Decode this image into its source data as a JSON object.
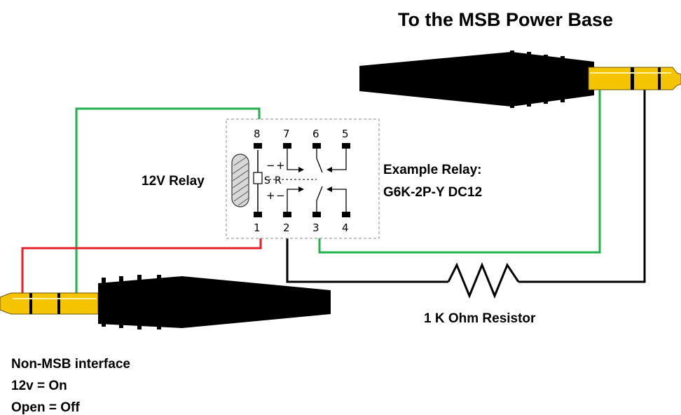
{
  "title": "To the MSB Power Base",
  "relay_label": "12V Relay",
  "example_relay": {
    "line1": "Example Relay:",
    "line2": "G6K-2P-Y DC12"
  },
  "resistor_label": "1 K Ohm Resistor",
  "notes": {
    "line1": "Non-MSB interface",
    "line2": "12v = On",
    "line3": "Open = Off"
  },
  "relay_pins": {
    "top": [
      "8",
      "7",
      "6",
      "5"
    ],
    "bottom": [
      "1",
      "2",
      "3",
      "4"
    ]
  },
  "relay_marks": {
    "minus": "−",
    "plus": "+",
    "s": "S",
    "r": "R"
  },
  "colors": {
    "green_wire": "#22b04a",
    "red_wire": "#e5202b",
    "black_wire": "#000000",
    "plug_gold": "#f5c400",
    "plug_body": "#000000"
  }
}
